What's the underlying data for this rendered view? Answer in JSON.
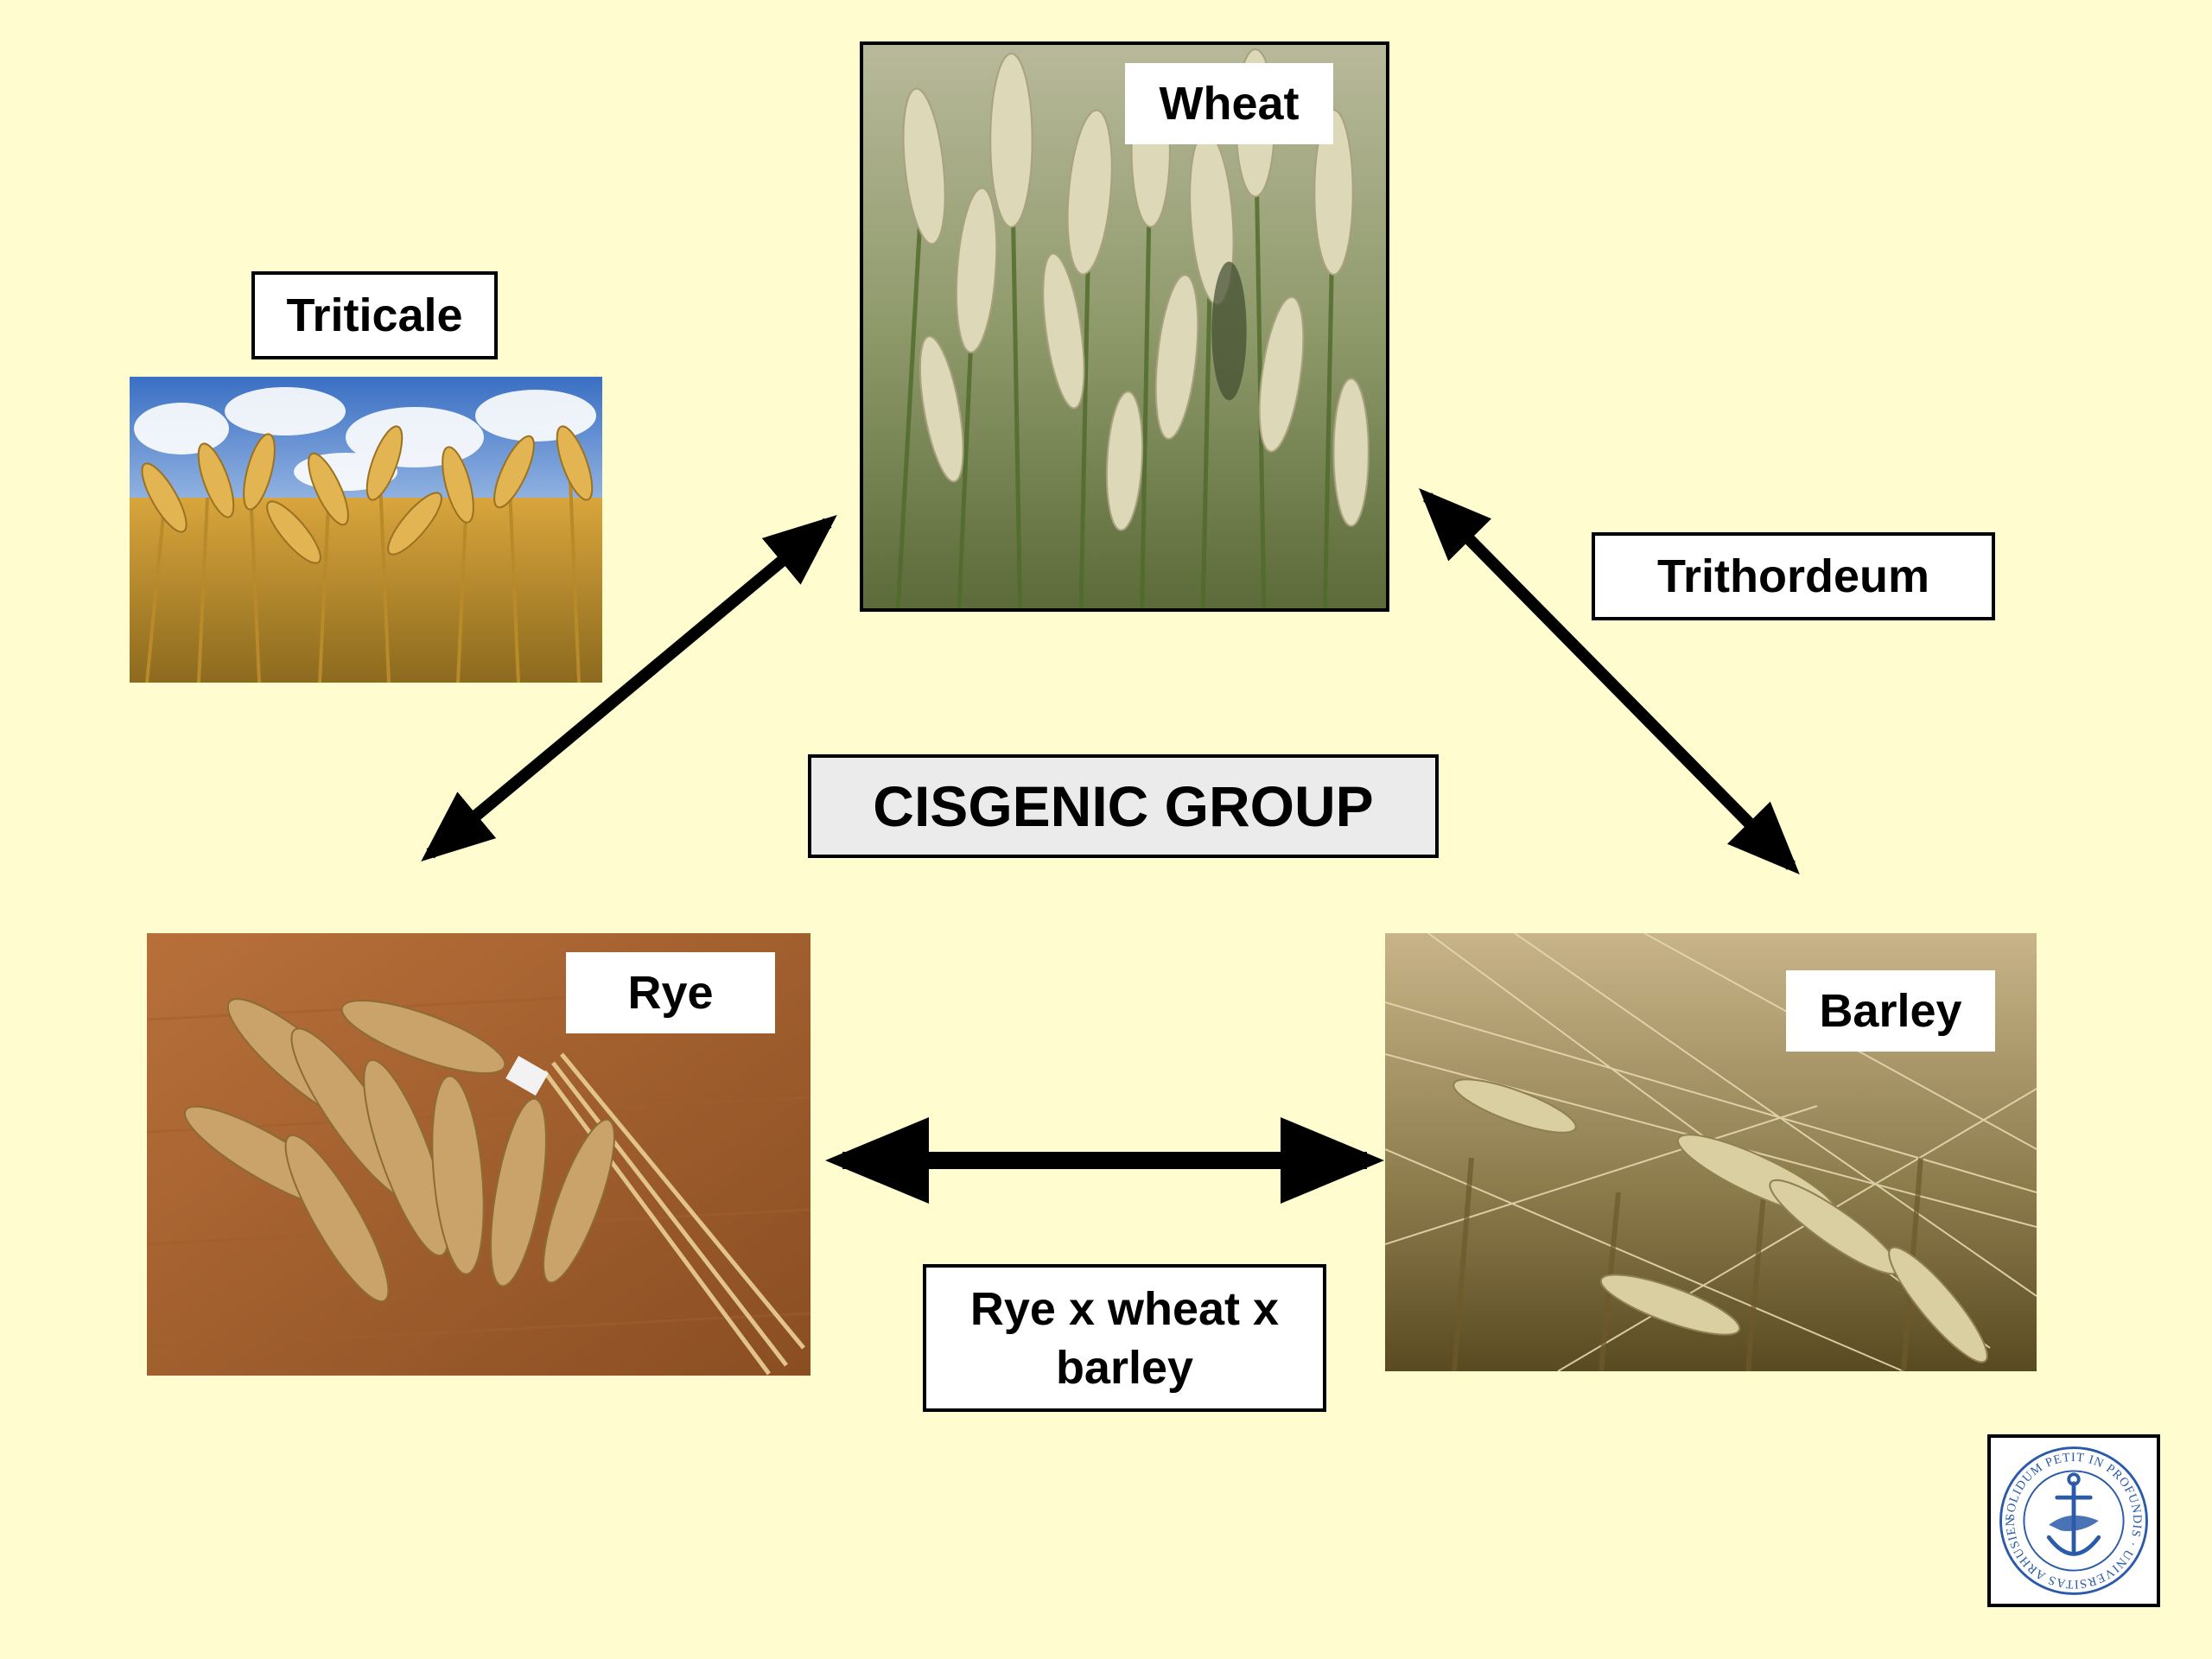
{
  "nodes": {
    "wheat": {
      "label": "Wheat"
    },
    "triticale": {
      "label": "Triticale"
    },
    "rye": {
      "label": "Rye"
    },
    "barley": {
      "label": "Barley"
    },
    "trithordeum": {
      "label": "Trithordeum"
    },
    "rye_wheat_barley": {
      "label_line1": "Rye x wheat x",
      "label_line2": "barley"
    }
  },
  "center_title": "CISGENIC GROUP",
  "seal": {
    "text": "SOLIDUM PETIT IN PROFUNDIS · UNIVERSITAS ARHUSIENSIS"
  },
  "edges": [
    {
      "from": "wheat",
      "to": "rye",
      "type": "bidirectional"
    },
    {
      "from": "wheat",
      "to": "barley",
      "type": "bidirectional"
    },
    {
      "from": "rye",
      "to": "barley",
      "type": "bidirectional"
    }
  ],
  "colors": {
    "background": "#FFFDCF",
    "arrow": "#000000",
    "title_box": "#EBEBEB"
  }
}
